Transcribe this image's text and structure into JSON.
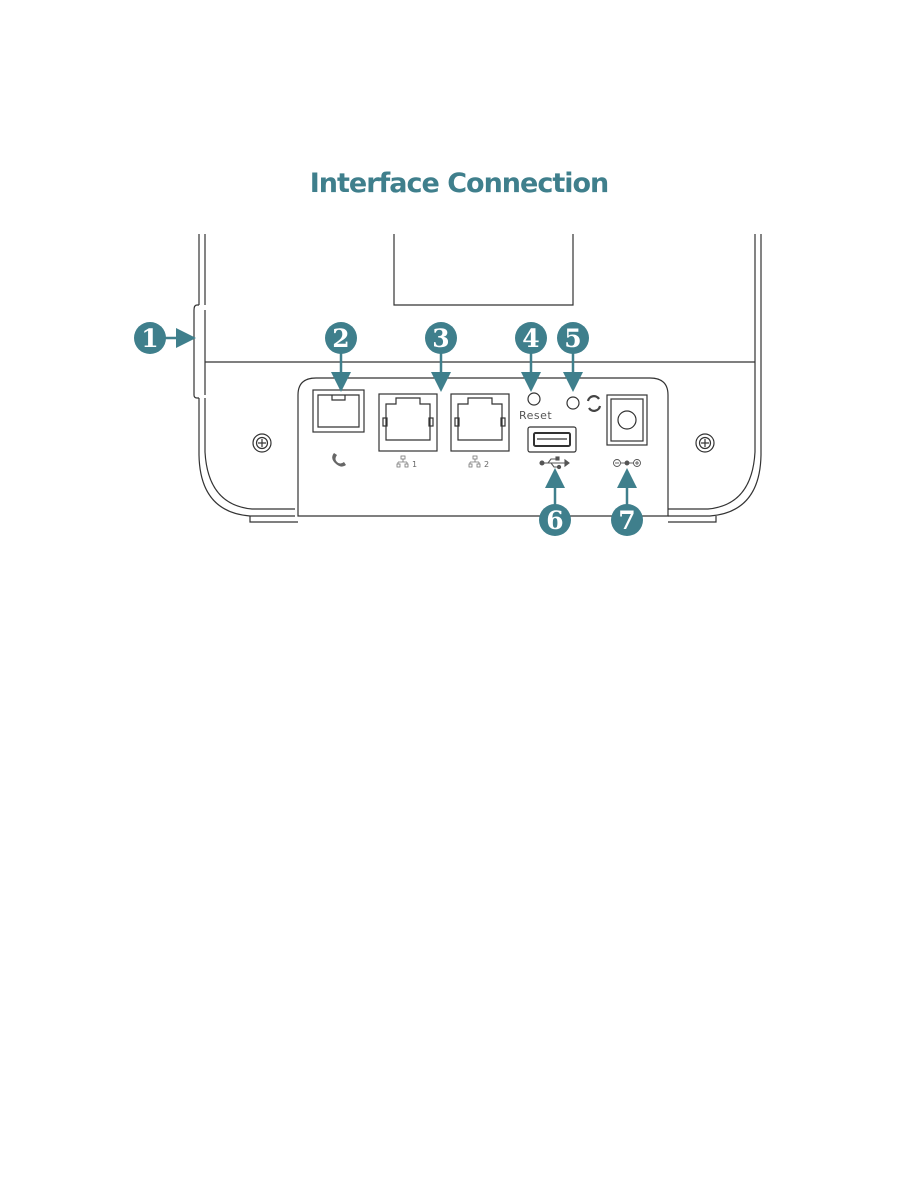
{
  "title": "Interface Connection",
  "colors": {
    "accent": "#3f7f8c",
    "line": "#333333"
  },
  "labels": {
    "reset": "Reset",
    "lan1": "1",
    "lan2": "2"
  },
  "icons": {
    "phone": "phone-icon",
    "lan": "network-icon",
    "usb": "usb-icon",
    "power": "dc-power-polarity-icon",
    "wps": "refresh-icon"
  },
  "callouts": [
    {
      "number": "1"
    },
    {
      "number": "2"
    },
    {
      "number": "3"
    },
    {
      "number": "4"
    },
    {
      "number": "5"
    },
    {
      "number": "6"
    },
    {
      "number": "7"
    }
  ]
}
